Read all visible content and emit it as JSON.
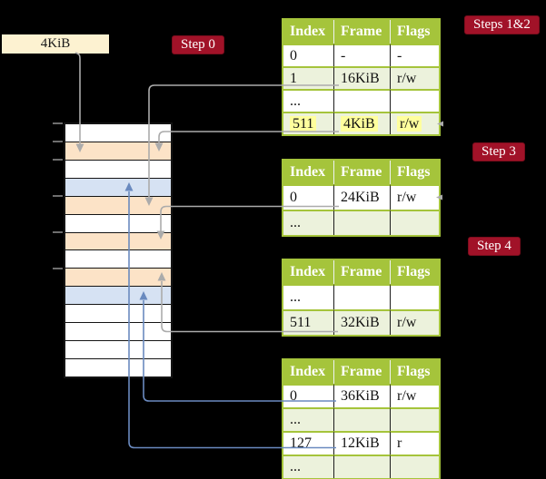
{
  "colors": {
    "background": "#000000",
    "table_green": "#a5c43b",
    "table_row_tint": "#ecf2dc",
    "frame_pagetable_orange": "#fce3c7",
    "frame_mapped_blue": "#d6e2f3",
    "step_label_red": "#a11228",
    "size_box_cream": "#fdf2d1",
    "highlight_yellow": "#ffff9d",
    "connector_gray": "#ababab",
    "connector_blue": "#6a8abf"
  },
  "size_box": {
    "label": "4KiB"
  },
  "step_labels": {
    "step0": "Step 0",
    "steps_1_2": "Steps 1&2",
    "step3": "Step 3",
    "step4": "Step 4"
  },
  "memory_column": {
    "frame_row_types": [
      "free",
      "page-table",
      "free",
      "mapped-page",
      "page-table",
      "free",
      "page-table",
      "free",
      "page-table",
      "mapped-page",
      "free",
      "free",
      "free",
      "free"
    ],
    "tick_count": 6
  },
  "tables": [
    {
      "headers": [
        "Index",
        "Frame",
        "Flags"
      ],
      "rows": [
        {
          "cells": [
            "0",
            "-",
            "-"
          ]
        },
        {
          "cells": [
            "1",
            "16KiB",
            "r/w"
          ]
        },
        {
          "cells": [
            "...",
            "",
            ""
          ]
        },
        {
          "cells": [
            "511",
            "4KiB",
            "r/w"
          ]
        }
      ]
    },
    {
      "headers": [
        "Index",
        "Frame",
        "Flags"
      ],
      "rows": [
        {
          "cells": [
            "0",
            "24KiB",
            "r/w"
          ]
        },
        {
          "cells": [
            "...",
            "",
            ""
          ]
        }
      ]
    },
    {
      "headers": [
        "Index",
        "Frame",
        "Flags"
      ],
      "rows": [
        {
          "cells": [
            "...",
            "",
            ""
          ]
        },
        {
          "cells": [
            "511",
            "32KiB",
            "r/w"
          ]
        }
      ]
    },
    {
      "headers": [
        "Index",
        "Frame",
        "Flags"
      ],
      "rows": [
        {
          "cells": [
            "0",
            "36KiB",
            "r/w"
          ]
        },
        {
          "cells": [
            "...",
            "",
            ""
          ]
        },
        {
          "cells": [
            "127",
            "12KiB",
            "r"
          ]
        },
        {
          "cells": [
            "...",
            "",
            ""
          ]
        }
      ]
    }
  ],
  "arrows": [
    "4KiB box -> memory frame 4KiB (gray, down)",
    "table1 entry 1/16KiB -> memory frame 16KiB (gray, down)",
    "table1 entry 511/4KiB -> memory frame 4KiB (gray, down)",
    "table2 entry 0/24KiB -> memory frame 24KiB (gray, down)",
    "table3 entry 511/32KiB -> memory frame 32KiB (gray, up)",
    "table4 entry 0/36KiB -> memory frame 36KiB (blue, up)",
    "table4 entry 127/12KiB -> memory frame 12KiB (blue, up)"
  ]
}
